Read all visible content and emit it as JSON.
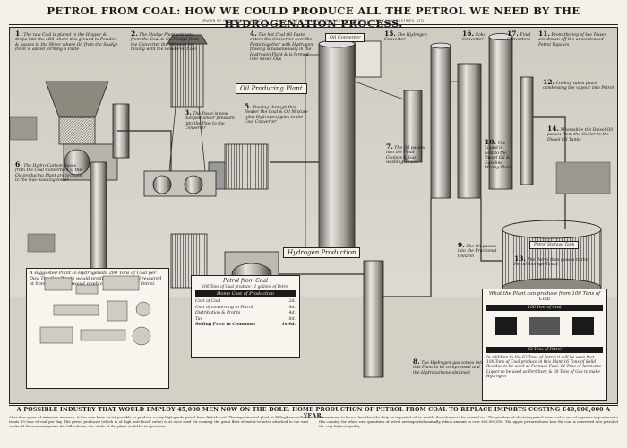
{
  "header": {
    "title": "PETROL FROM COAL: HOW WE COULD PRODUCE ALL THE PETROL WE NEED BY THE HYDROGENATION PROCESS.",
    "subtitle": "DRAWN BY OUR SPECIAL ARTIST G. H. DAVIS, AT THE BILLINGHAM WORKS OF IMPERIAL CHEMICAL INDUSTRIES, LTD."
  },
  "callouts": [
    {
      "num": "1.",
      "text": "The raw Coal is placed in the Hopper & drops into the Mill where it is ground to Powder & passes to the Mixer where Oil from the Sludge Plant is added forming a Paste"
    },
    {
      "num": "2.",
      "text": "The Sludge Plant extracts from the Coal & Oil Sludge from the Converter the Oil used for mixing with the Powdered Coal"
    },
    {
      "num": "3.",
      "text": "The Paste is now pumped under pressure into the Pipe to the Converter"
    },
    {
      "num": "4.",
      "text": "The hot Coal Oil Paste enters the Converter over the Paste together with Hydrogen flowing simultaneously in the Hydrogen Plant & is formed into mixed Oils"
    },
    {
      "num": "5.",
      "text": "Passing through this Heater the Coal & Oil Mixture (plus Hydrogen) goes to the Coal Converter"
    },
    {
      "num": "6.",
      "text": "The Hydro-Carbon Gases from the Coal Converters of the Oil-producing Plant are brought to the Gas-washing tower"
    },
    {
      "num": "7.",
      "text": "The Oil passes into the Final Coolers & Gas-washing Tower"
    },
    {
      "num": "8.",
      "text": "The Hydrogen gas comes into this Plant to be compressed and the Hydrocarbons obtained"
    },
    {
      "num": "9.",
      "text": "The Oil passes into the Fractional Column"
    },
    {
      "num": "10.",
      "text": "The Liquid is sent to the Diesel Oil & Gasoline Mixing Plant"
    },
    {
      "num": "11.",
      "text": "From the top of the Tower are drawn off the uncondensed Petrol Vapours"
    },
    {
      "num": "12.",
      "text": "Cooling takes place condensing the vapour into Petrol"
    },
    {
      "num": "13.",
      "text": "The Petrol then passes to the Petrol Storage Tanks"
    },
    {
      "num": "14.",
      "text": "Meanwhile the Diesel Oil passes from the Cooler to the Diesel Oil Tanks"
    },
    {
      "num": "15.",
      "text": "The Hydrogen Converter"
    },
    {
      "num": "16.",
      "text": "Coke Converter"
    },
    {
      "num": "17.",
      "text": "Final Converters"
    }
  ],
  "plates": {
    "oil_producing": "Oil Producing Plant",
    "hydrogen_production": "Hydrogen Production",
    "oil_converter": "Oil Converter",
    "petrol_storage": "Petrol Storage Tank"
  },
  "inset_plant": "A suggested Plant to Hydrogenate 200 Tons of Coal per Day. The Gas Plants would produce all the Petrol required at home. Britain's would produce 15,000 tons of Petrol.",
  "cost_box": {
    "title": "Petrol from Coal",
    "sub": "100 Tons of Coal produce 11 gallons of Petrol",
    "band": "Home Cost of Production",
    "rows": [
      {
        "label": "Cost of Coal",
        "value": "2d."
      },
      {
        "label": "Cost of converting to Petrol",
        "value": "4d."
      },
      {
        "label": "Distribution & Profits",
        "value": "4d."
      },
      {
        "label": "Tax",
        "value": "8d."
      },
      {
        "label": "Selling Price to Consumer",
        "value": "1s.4d."
      }
    ]
  },
  "yield_box": {
    "title": "What the Plant can produce from 100 Tons of Coal",
    "band_top": "100 Tons of Coal",
    "band_bottom": "62 Tons of Petrol",
    "text": "In addition to the 62 Tons of Petrol it will be seen that 100 Tons of Coal produce in this Plant 16 Tons of Solid Residue to be used as Furnace Fuel, 14 Tons of Ammonia Liquor to be used as Fertilizer, & 28 Tons of Gas to make Hydrogen"
  },
  "caption": "A POSSIBLE INDUSTRY THAT WOULD EMPLOY 45,000 MEN NOW ON THE DOLE: HOME PRODUCTION OF PETROL FROM COAL TO REPLACE IMPORTS COSTING £40,000,000 A YEAR.",
  "article": [
    "After four years of intensive research, it has now been found possible to produce a very high-grade petrol from British coal. The experimental plant at Billingham-on-Tees treats 10 tons of coal per day. The petrol produced (which is of high anti-knock value) is at once used for running the great fleet of motor-vehicles attached to the vast works. If Government grants the full scheme, the whole of the plant would be in operation.",
    "Government to be not less than the duty on imported oil, to enable the scheme to be carried out. The problem of obtaining petrol from coal is one of supreme importance to this country, for which vast quantities of petrol are imported annually, which amount to over £40,000,000. The upper picture shows how the coal is converted into petrol of the very highest quality."
  ]
}
